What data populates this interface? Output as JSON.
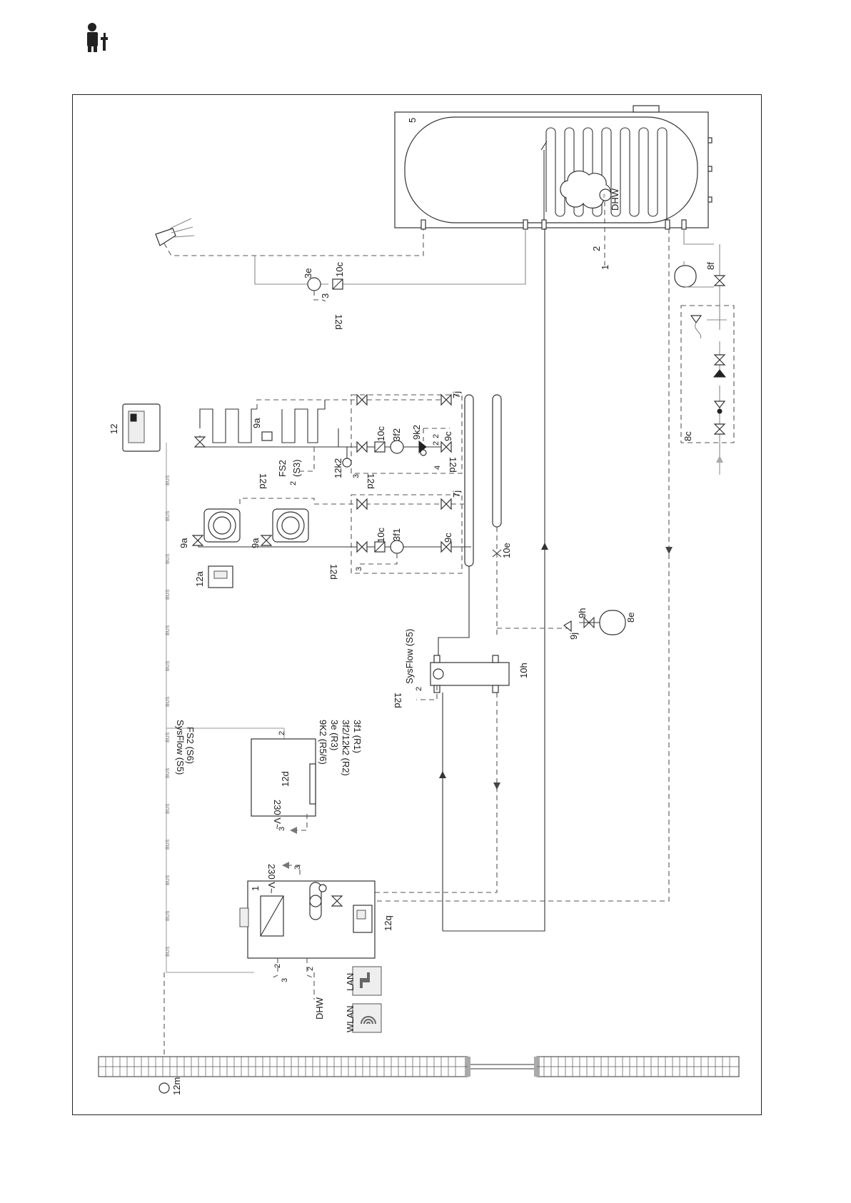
{
  "labels": {
    "tank": "5",
    "dhw": "DHW",
    "e3": "3e",
    "c10_top": "10c",
    "d12_top": "12d",
    "three_top": "3",
    "two_tank": "2",
    "one_tank": "1",
    "f8": "8f",
    "c8": "8c",
    "controller": "12",
    "j7_a": "7j",
    "j7_b": "7j",
    "fs2": "FS2",
    "s3": "(S3)",
    "k12_2": "12k2",
    "a9_1": "9a",
    "a9_2": "9a",
    "a9_3": "9a",
    "c10_1": "10c",
    "c10_2": "10c",
    "f3_2": "3f2",
    "f3_1": "3f1",
    "k9_2": "9k2",
    "c9_1": "9c",
    "c9_2": "9c",
    "e10": "10e",
    "a12": "12a",
    "d12_a": "12d",
    "d12_b": "12d",
    "d12_c": "12d",
    "d12_d": "12d",
    "d12_e": "12d",
    "sysflow": "SysFlow (S5)",
    "h10": "10h",
    "e8": "8e",
    "h9": "9h",
    "j9": "9j",
    "d12_box": "12d",
    "m_fs2": "FS2 (S6)",
    "m_sysflow": "SysFlow (S5)",
    "m_9k2": "9K2 (R5/6)",
    "m_3e": "3e (R3)",
    "m_3f2": "3f2/12k2 (R2)",
    "m_3f1": "3f1 (R1)",
    "v230_a": "230 V~",
    "v230_b": "230 V~",
    "unit1": "1",
    "q12": "12q",
    "lan": "LAN",
    "wlan": "WLAN",
    "dhw_bottom": "DHW",
    "m12": "12m",
    "bus": "BUS",
    "n2": "2",
    "n3": "3",
    "n4": "4"
  },
  "icons": [
    "installer-icon",
    "pump-icon",
    "valve-icon",
    "expansion-vessel-icon",
    "shower-icon",
    "temperature-sensor-icon",
    "lan-icon",
    "wlan-icon",
    "room-controller-icon",
    "fan-coil-icon",
    "underfloor-loop-icon"
  ],
  "colors": {
    "line": "#333333",
    "bus": "#999999",
    "frame": "#222222"
  }
}
